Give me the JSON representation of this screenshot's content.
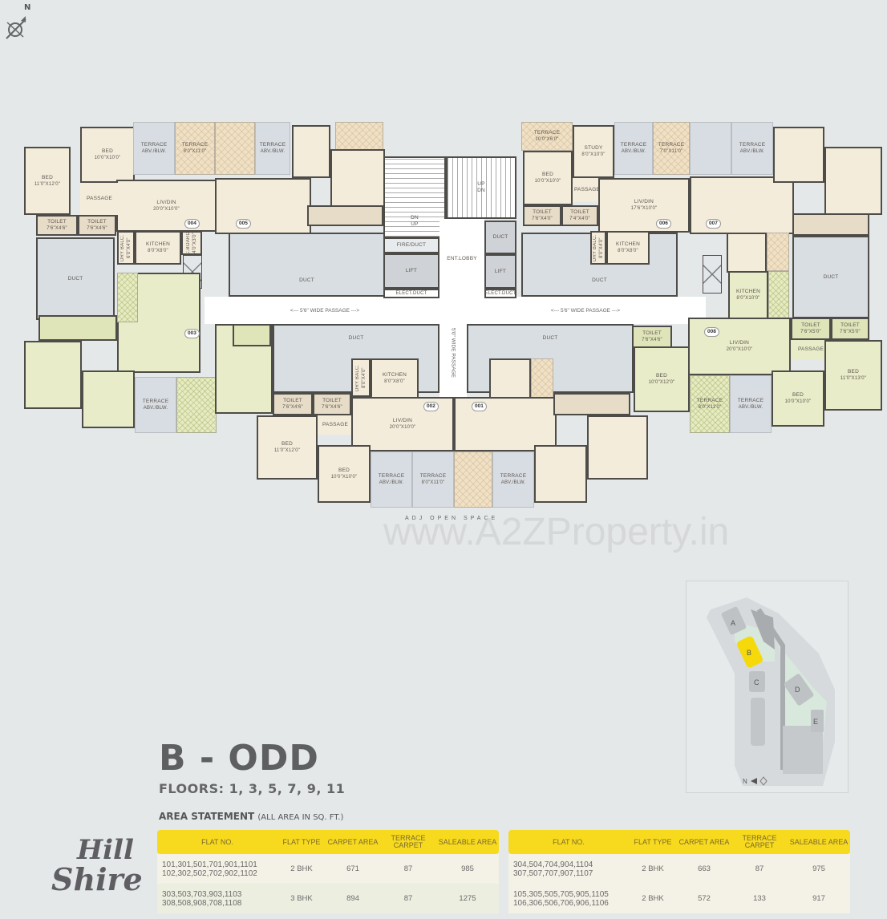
{
  "compass": {
    "label": "N",
    "icon": "north-arrow-icon"
  },
  "building": {
    "title": "B - ODD",
    "floors": "FLOORS: 1, 3, 5, 7, 9, 11",
    "area_statement": "AREA STATEMENT",
    "area_statement_note": "(ALL AREA IN SQ. FT.)"
  },
  "floorplan": {
    "adj_label": "ADJ OPEN SPACE",
    "watermark": "www.A2ZProperty.in",
    "passage_left": "<--- 5'6\" WIDE PASSAGE --->",
    "passage_right": "<--- 5'6\" WIDE PASSAGE --->",
    "passage_vertical": "5'0\" WIDE PASSAGE",
    "core": {
      "fire_duct": "FIRE/DUCT",
      "lift": "LIFT",
      "duct": "DUCT",
      "ent_lobby": "ENT.LOBBY",
      "elect_duct": "ELECT.DUCT",
      "up": "UP",
      "dn": "DN"
    },
    "units": {
      "u004": {
        "tag": "004",
        "bed1": {
          "name": "BED",
          "dim": "11'0\"X12'0\""
        },
        "bed2": {
          "name": "BED",
          "dim": "10'0\"X10'0\""
        },
        "terrace1": {
          "name": "TERRACE",
          "dim": "ABV./BLW."
        },
        "terrace2": {
          "name": "TERRACE",
          "dim": "8'0\"X11'0\""
        },
        "passage": "PASSAGE",
        "livdin": {
          "name": "LIV/DIN",
          "dim": "20'0\"X10'0\""
        },
        "toilet1": {
          "name": "TOILET",
          "dim": "7'6\"X4'6\""
        },
        "toilet2": {
          "name": "TOILET",
          "dim": "7'6\"X4'6\""
        },
        "kitchen": {
          "name": "KITCHEN",
          "dim": "8'0\"X8'0\""
        },
        "dry_balc": "DRY BALC. 6'0\"X4'0\"",
        "c_board": "C.BOARD 4'0\"X3'0\""
      },
      "u005": {
        "tag": "005",
        "terrace": {
          "name": "TERRACE",
          "dim": "ABV./BLW."
        }
      },
      "u006": {
        "tag": "006",
        "terrace1": {
          "name": "TERRACE",
          "dim": "10'0\"X6'0\""
        },
        "study": {
          "name": "STUDY",
          "dim": "8'0\"X10'0\""
        },
        "terrace2": {
          "name": "TERRACE",
          "dim": "ABV./BLW."
        },
        "terrace3": {
          "name": "TERRACE",
          "dim": "7'0\"X11'0\""
        },
        "bed": {
          "name": "BED",
          "dim": "10'0\"X10'0\""
        },
        "passage": "PASSAGE",
        "livdin": {
          "name": "LIV/DIN",
          "dim": "17'6\"X10'0\""
        },
        "toilet1": {
          "name": "TOILET",
          "dim": "7'6\"X4'0\""
        },
        "toilet2": {
          "name": "TOILET",
          "dim": "7'4\"X4'0\""
        },
        "kitchen": {
          "name": "KITCHEN",
          "dim": "8'0\"X8'0\""
        },
        "dry_balc": "DRY BALC. 8'0\"X4'0\""
      },
      "u007": {
        "tag": "007",
        "terrace": {
          "name": "TERRACE",
          "dim": "ABV./BLW."
        }
      },
      "u003": {
        "tag": "003",
        "terrace": {
          "name": "TERRACE",
          "dim": "ABV./BLW."
        }
      },
      "u008": {
        "tag": "008",
        "kitchen": {
          "name": "KITCHEN",
          "dim": "8'0\"X10'0\""
        },
        "toilet0": {
          "name": "TOILET",
          "dim": "7'6\"X4'6\""
        },
        "toilet1": {
          "name": "TOILET",
          "dim": "7'6\"X5'0\""
        },
        "toilet2": {
          "name": "TOILET",
          "dim": "7'6\"X5'0\""
        },
        "livdin": {
          "name": "LIV/DIN",
          "dim": "20'0\"X10'0\""
        },
        "passage": "PASSAGE",
        "bed1": {
          "name": "BED",
          "dim": "10'0\"X12'0\""
        },
        "bed2": {
          "name": "BED",
          "dim": "10'0\"X10'0\""
        },
        "bed3": {
          "name": "BED",
          "dim": "11'0\"X13'0\""
        },
        "terrace1": {
          "name": "TERRACE",
          "dim": "8'0\"X11'0\""
        },
        "terrace2": {
          "name": "TERRACE",
          "dim": "ABV./BLW."
        }
      },
      "u002": {
        "tag": "002",
        "toilet1": {
          "name": "TOILET",
          "dim": "7'6\"X4'6\""
        },
        "toilet2": {
          "name": "TOILET",
          "dim": "7'6\"X4'6\""
        },
        "dry_balc": "DRY BALC. 8'0\"X4'0\"",
        "kitchen": {
          "name": "KITCHEN",
          "dim": "8'0\"X8'0\""
        },
        "passage": "PASSAGE",
        "livdin": {
          "name": "LIV/DIN",
          "dim": "20'0\"X10'0\""
        },
        "bed1": {
          "name": "BED",
          "dim": "11'0\"X12'0\""
        },
        "bed2": {
          "name": "BED",
          "dim": "10'0\"X10'0\""
        },
        "terrace1": {
          "name": "TERRACE",
          "dim": "ABV./BLW."
        },
        "terrace2": {
          "name": "TERRACE",
          "dim": "8'0\"X11'0\""
        }
      },
      "u001": {
        "tag": "001",
        "terrace": {
          "name": "TERRACE",
          "dim": "ABV./BLW."
        }
      }
    },
    "duct_label": "DUCT"
  },
  "keyplan": {
    "buildings": [
      "A",
      "B",
      "C",
      "D",
      "E"
    ],
    "highlighted": "B",
    "highlight_color": "#f5d90a",
    "north_label": "N"
  },
  "tables": [
    {
      "headers": [
        "FLAT NO.",
        "FLAT TYPE",
        "CARPET AREA",
        "TERRACE CARPET",
        "SALEABLE AREA"
      ],
      "rows": [
        {
          "flats": [
            "101,301,501,701,901,1101",
            "102,302,502,702,902,1102"
          ],
          "type": "2 BHK",
          "carpet": "671",
          "terrace": "87",
          "saleable": "985"
        },
        {
          "flats": [
            "303,503,703,903,1103",
            "308,508,908,708,1108"
          ],
          "type": "3 BHK",
          "carpet": "894",
          "terrace": "87",
          "saleable": "1275"
        }
      ]
    },
    {
      "headers": [
        "FLAT NO.",
        "FLAT TYPE",
        "CARPET AREA",
        "TERRACE CARPET",
        "SALEABLE AREA"
      ],
      "rows": [
        {
          "flats": [
            "304,504,704,904,1104",
            "307,507,707,907,1107"
          ],
          "type": "2 BHK",
          "carpet": "663",
          "terrace": "87",
          "saleable": "975"
        },
        {
          "flats": [
            "105,305,505,705,905,1105",
            "106,306,506,706,906,1106"
          ],
          "type": "2 BHK",
          "carpet": "572",
          "terrace": "133",
          "saleable": "917"
        }
      ]
    }
  ],
  "logo": {
    "line1": "Hill",
    "line2": "Shire"
  },
  "colors": {
    "background": "#e4e8e9",
    "header_yellow": "#f7da1e",
    "cream": "#f4ecdb",
    "green": "#e8ecc8",
    "wall": "#4e4c49"
  }
}
